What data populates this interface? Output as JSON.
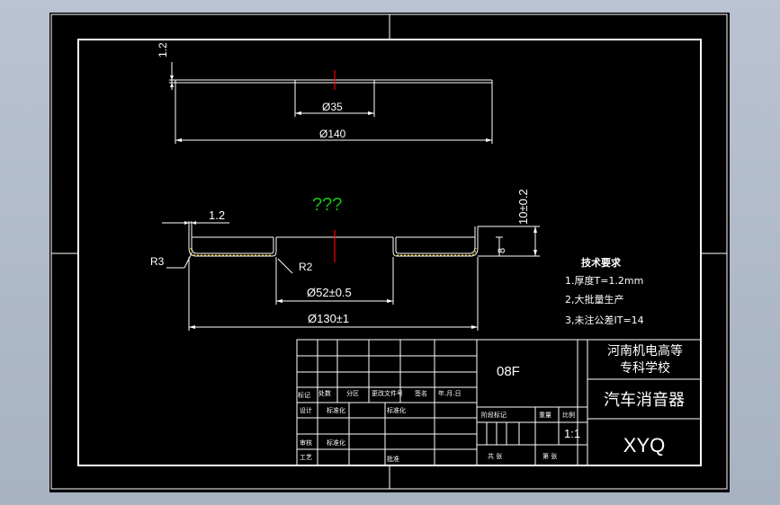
{
  "drawing": {
    "top_part": {
      "thickness_dim": "1.2",
      "inner_dia": "Ø35",
      "outer_dia": "Ø140"
    },
    "bottom_part": {
      "unknown_mark": "???",
      "thickness_dim": "1.2",
      "height_tol": "10±0.2",
      "depth_dim": "8",
      "r_outer": "R3",
      "r_inner": "R2",
      "inner_dia": "Ø52±0.5",
      "outer_dia": "Ø130±1"
    },
    "tech_req": {
      "title": "技术要求",
      "line1": "1.厚度T=1.2mm",
      "line2": "2,大批量生产",
      "line3": "3,未注公差IT=14"
    },
    "title_block": {
      "school_line1": "河南机电高等",
      "school_line2": "专科学校",
      "part_name": "汽车消音器",
      "drawing_code": "XYQ",
      "material_code": "08F",
      "scale": "1:1",
      "row_markers": [
        "标记",
        "处数",
        "分区",
        "更改文件号",
        "签名",
        "年.月.日"
      ],
      "designer_label": "设计",
      "standardize_label": "标准化",
      "checker_label": "审核",
      "process_label": "工艺",
      "approve_label": "批准",
      "stage_label": "阶段标记",
      "weight_label": "重量",
      "scale_label": "比例",
      "sheets_total_label": "共 张",
      "sheet_no_label": "第 张"
    }
  }
}
